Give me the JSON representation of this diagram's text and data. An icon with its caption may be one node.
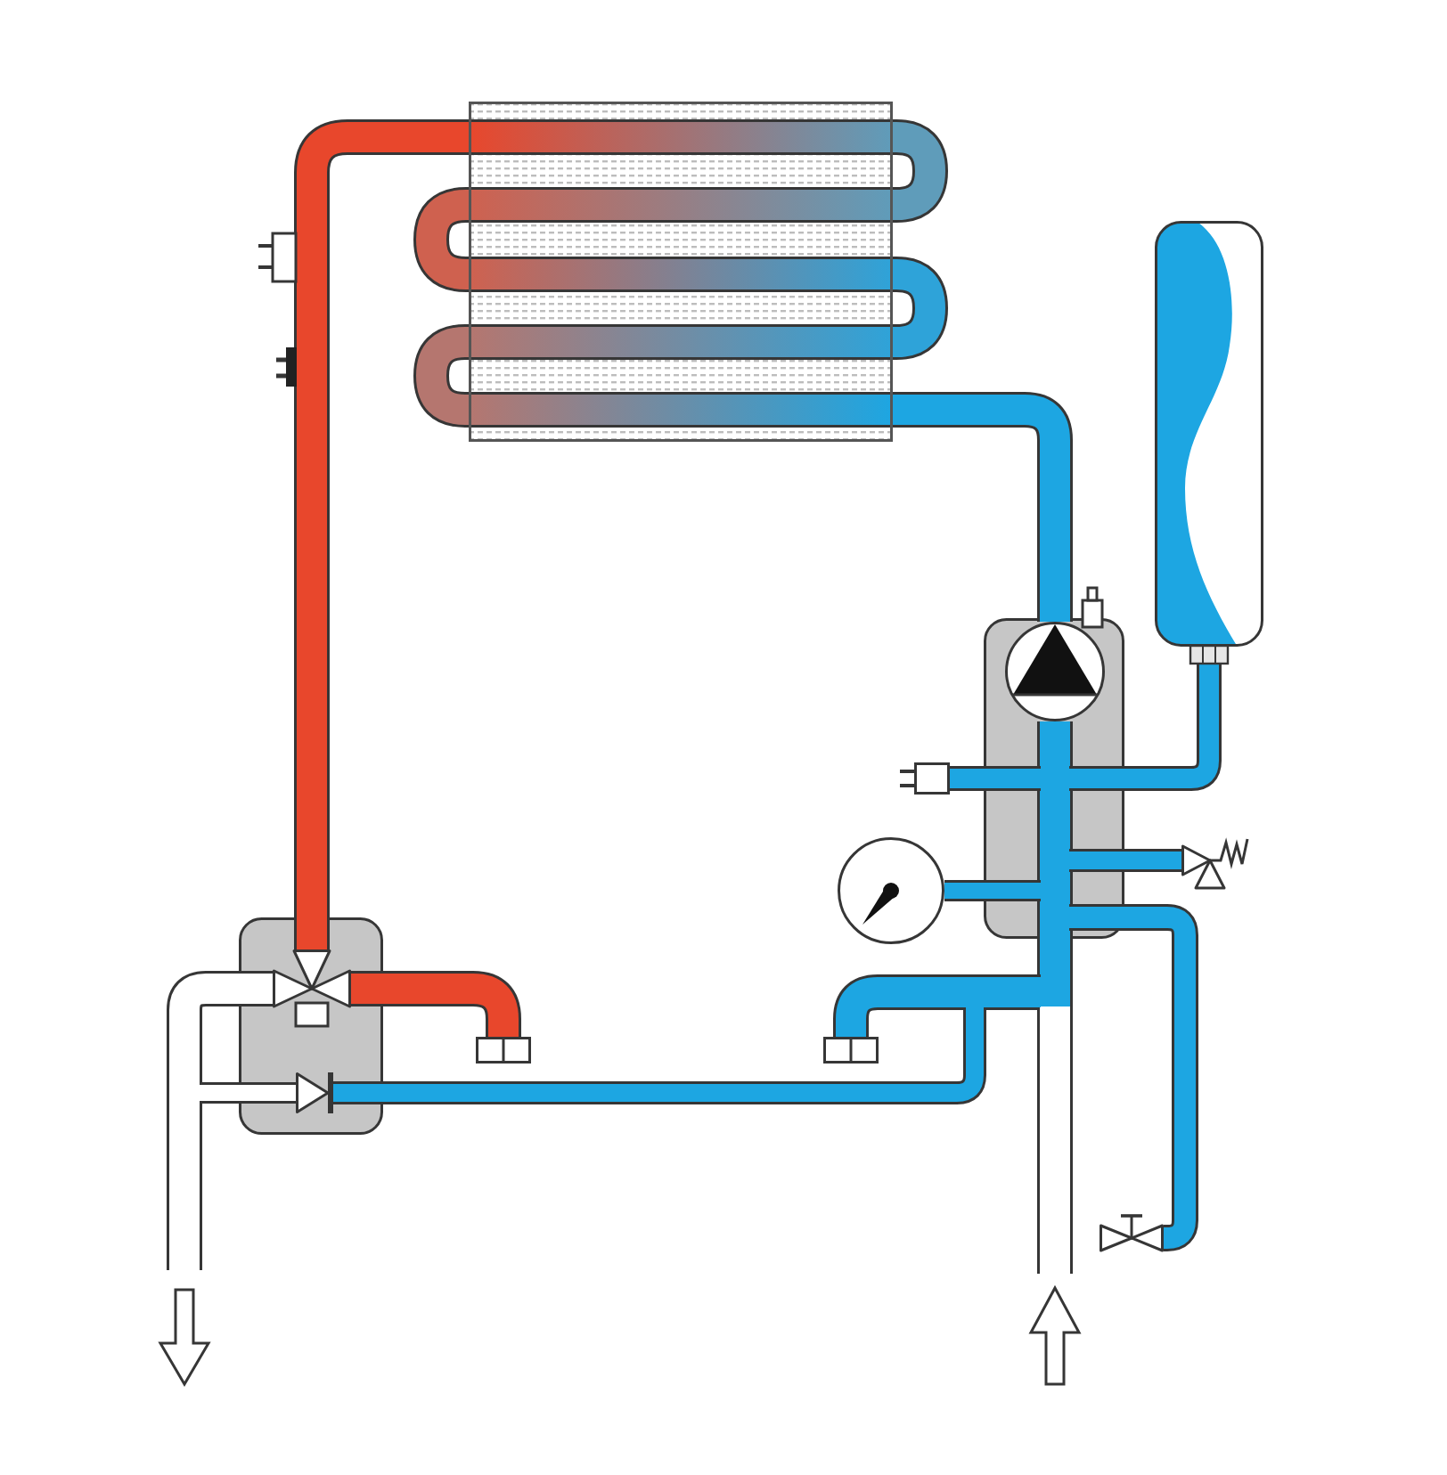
{
  "diagram": {
    "nodes": [
      {
        "text": [],
        "shape": "box"
      },
      {
        "text": [],
        "shape": "box"
      },
      {
        "text": [],
        "shape": "box"
      },
      {
        "text": [],
        "shape": "circle",
        "in": 2
      },
      {
        "text": [],
        "shape": "bar"
      },
      {
        "text": [],
        "shape": "box"
      },
      {
        "text": [],
        "shape": "picture"
      },
      {
        "text": [],
        "shape": "circle"
      },
      {
        "text": [],
        "shape": "box"
      },
      {
        "text": [],
        "shape": "picture",
        "in": 8
      },
      {
        "text": [],
        "shape": "triangle",
        "in": 8
      },
      {
        "text": [],
        "shape": "box"
      },
      {
        "text": [],
        "shape": "box"
      },
      {
        "text": [],
        "shape": "picture"
      }
    ],
    "edges": [
      {
        "from": 0,
        "to": 9,
        "arrow": "none",
        "color": "#e8472c"
      },
      {
        "from": 0,
        "to": 0,
        "arrow": "none",
        "color": "#5f9cba"
      },
      {
        "from": 0,
        "to": 0,
        "arrow": "none",
        "color": "#cf614f"
      },
      {
        "from": 0,
        "to": 0,
        "arrow": "none",
        "color": "#2ea3d9"
      },
      {
        "from": 0,
        "to": 0,
        "arrow": "none",
        "color": "#b5766f"
      },
      {
        "from": 9,
        "to": 11,
        "arrow": "none",
        "color": "#e8472c"
      },
      {
        "from": 9,
        "to": null,
        "arrow": "none",
        "color": "#ffffff"
      },
      {
        "from": 9,
        "to": 10,
        "arrow": "none",
        "color": "#ffffff"
      },
      {
        "from": 10,
        "to": 4,
        "arrow": "none"
      },
      {
        "from": 12,
        "to": 4,
        "arrow": "none"
      },
      {
        "from": null,
        "to": 4,
        "arrow": "none",
        "color": "#ffffff"
      },
      {
        "from": 4,
        "to": 3,
        "arrow": "none"
      },
      {
        "from": 3,
        "to": 0,
        "arrow": "none"
      },
      {
        "from": 1,
        "to": 4,
        "arrow": "none"
      },
      {
        "from": 5,
        "to": 4,
        "arrow": "none"
      },
      {
        "from": 6,
        "to": 4,
        "arrow": "none"
      },
      {
        "from": 7,
        "to": 4,
        "arrow": "none"
      },
      {
        "from": 13,
        "to": 4,
        "arrow": "none"
      }
    ]
  }
}
